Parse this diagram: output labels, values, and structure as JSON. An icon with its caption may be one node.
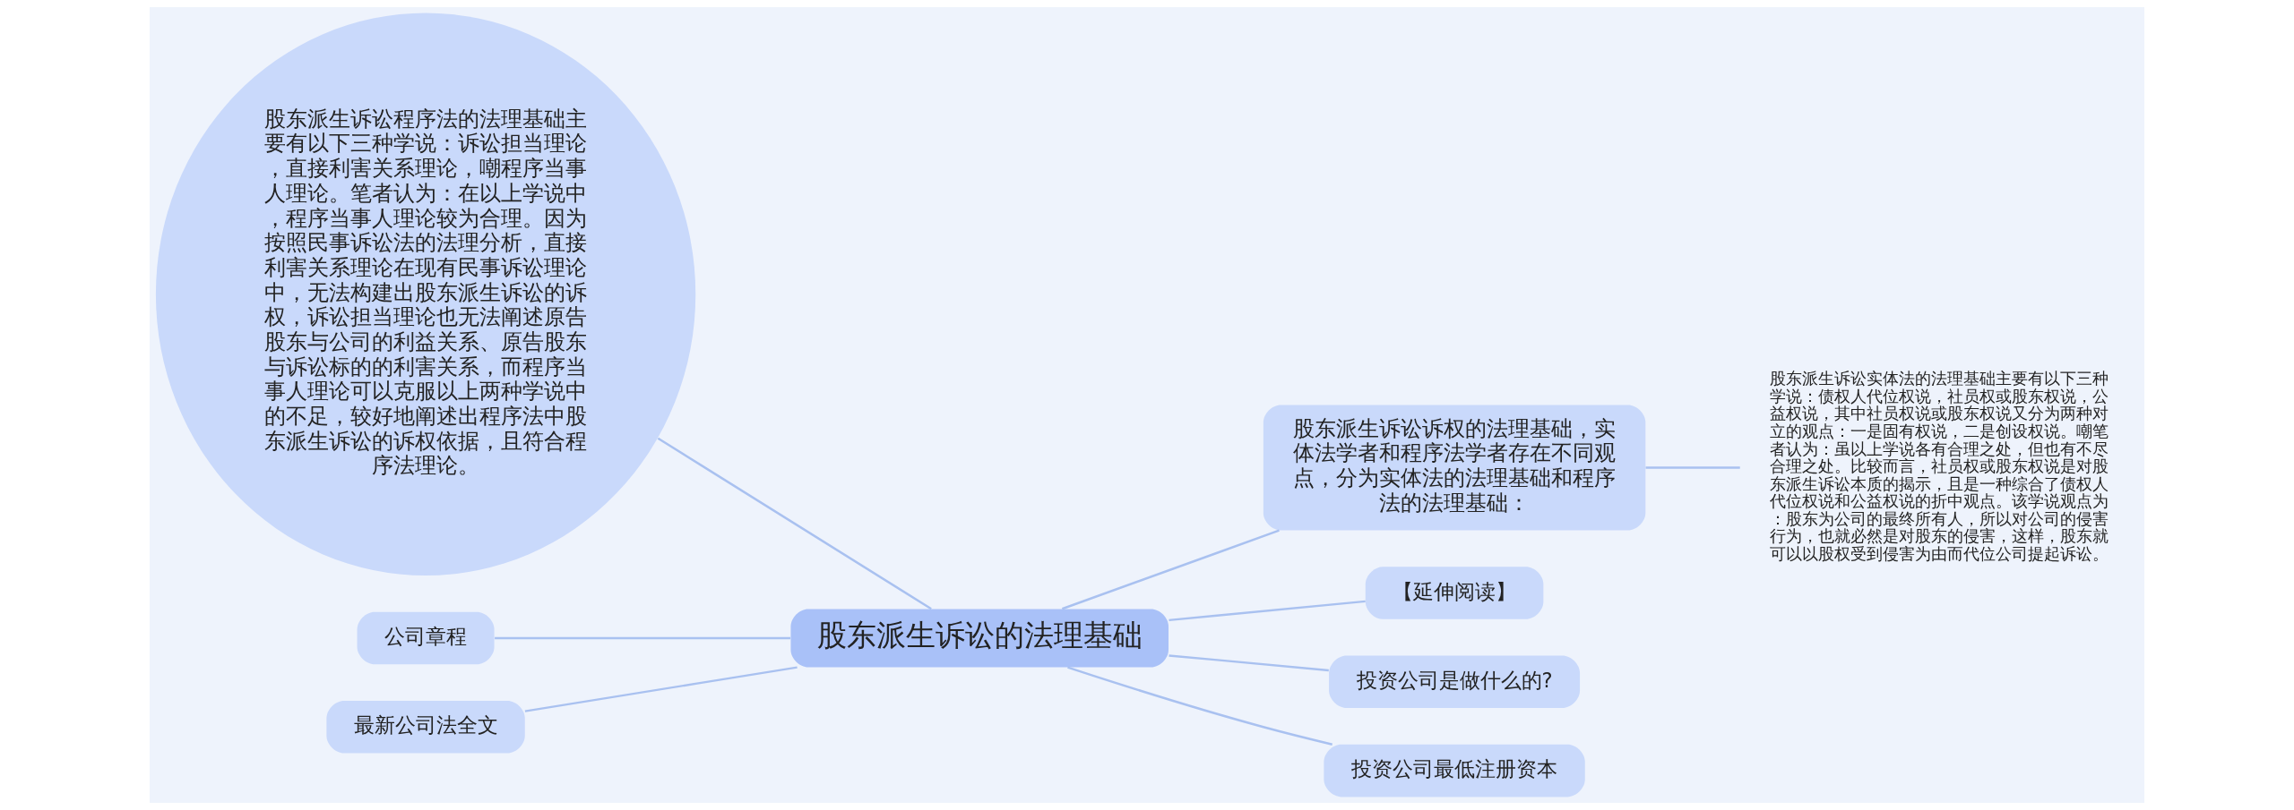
{
  "diagram": {
    "nodes": [
      {
        "text": [
          "股东派生诉讼的法理基础"
        ]
      },
      {
        "text": [
          "股东派生诉讼程序法的法理基础主要有以下三种学说：诉讼担当理论，直接利害关系理论，嘲程序当事人理论。笔者认为：在以上学说中，程序当事人理论较为合理。因为按照民事诉讼法的法理分析，直接利害关系理论在现有民事诉讼理论中，无法构建出股东派生诉讼的诉权，诉讼担当理论也无法阐述原告股东与公司的利益关系、原告股东与诉讼标的的利害关系，而程序当事人理论可以克服以上两种学说中的不足，较好地阐述出程序法中股东派生诉讼的诉权依据，且符合程序法理论。"
        ]
      },
      {
        "text": [
          "股东派生诉讼诉权的法理基础，实体法学者和程序法学者存在不同观点，分为实体法的法理基础和程序法的法理基础："
        ]
      },
      {
        "text": [
          "股东派生诉讼实体法的法理基础主要有以下三种学说：债权人代位权说，社员权或股东权说，公益权说，其中社员权说或股东权说又分为两种对立的观点：一是固有权说，二是创设权说。嘲笔者认为：虽以上学说各有合理之处，但也有不尽合理之处。比较而言，社员权或股东权说是对股东派生诉讼本质的揭示，且是一种综合了债权人代位权说和公益权说的折中观点。该学说观点为：股东为公司的最终所有人，所以对公司的侵害行为，也就必然是对股东的侵害，这样，股东就可以以股权受到侵害为由而代位公司提起诉讼。"
        ]
      },
      {
        "text": [
          "【延伸阅读】"
        ]
      },
      {
        "text": [
          "公司章程"
        ]
      },
      {
        "text": [
          "投资公司是做什么的?"
        ]
      },
      {
        "text": [
          "最新公司法全文"
        ]
      },
      {
        "text": [
          "投资公司最低注册资本"
        ]
      }
    ],
    "edges": [
      {
        "from": 0,
        "to": 1,
        "arrow": "none"
      },
      {
        "from": 0,
        "to": 2,
        "arrow": "none"
      },
      {
        "from": 2,
        "to": 3,
        "arrow": "none"
      },
      {
        "from": 0,
        "to": 4,
        "arrow": "none"
      },
      {
        "from": 0,
        "to": 5,
        "arrow": "none"
      },
      {
        "from": 0,
        "to": 6,
        "arrow": "none"
      },
      {
        "from": 0,
        "to": 7,
        "arrow": "none"
      },
      {
        "from": 0,
        "to": 8,
        "arrow": "none"
      }
    ]
  }
}
